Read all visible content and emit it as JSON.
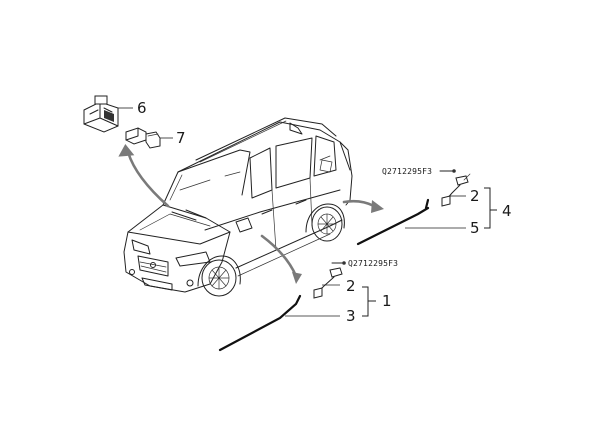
{
  "callouts": {
    "c1": "1",
    "c2_lower": "2",
    "c3": "3",
    "c4": "4",
    "c2_upper": "2",
    "c5": "5",
    "c6": "6",
    "c7": "7"
  },
  "part_numbers": {
    "upper": "Q2712295F3",
    "lower": "Q2712295F3"
  },
  "icons": {
    "vehicle": "suv-line-drawing-icon",
    "lamp_assembly": "lamp-housing-icon",
    "bulb_socket": "bulb-socket-icon",
    "trim_strip": "trim-strip-icon",
    "harness": "connector-harness-icon",
    "screw": "screw-icon"
  },
  "colors": {
    "line": "#222222",
    "arrow": "#7a7a7a",
    "background": "#ffffff"
  }
}
